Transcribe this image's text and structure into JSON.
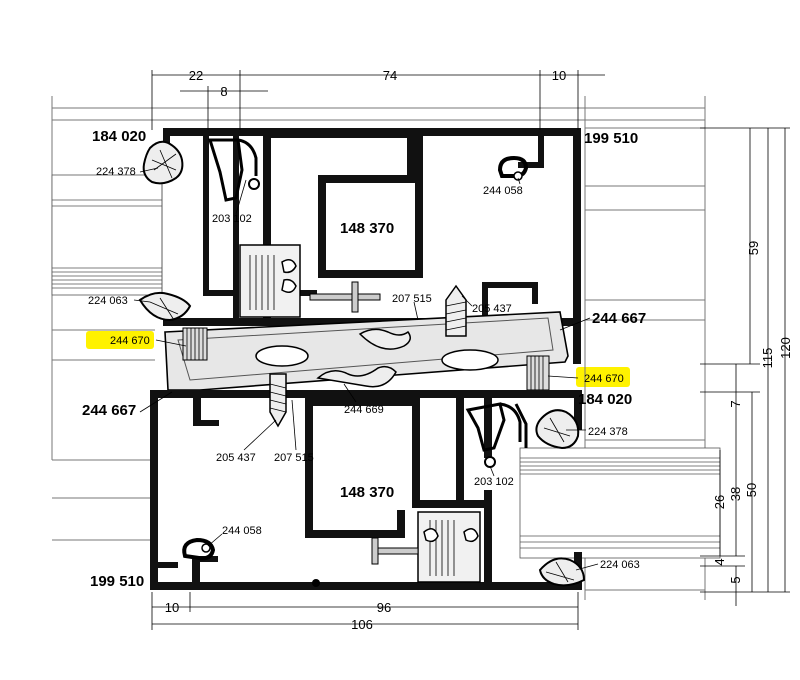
{
  "dimensions": {
    "top_22": "22",
    "top_8": "8",
    "top_74": "74",
    "top_10": "10",
    "bottom_10": "10",
    "bottom_96": "96",
    "bottom_106": "106",
    "right_59": "59",
    "right_115": "115",
    "right_120": "120",
    "right_7": "7",
    "right_26": "26",
    "right_38": "38",
    "right_50": "50",
    "right_4": "4",
    "right_5": "5"
  },
  "labels": {
    "upper_left_profile": "184 020",
    "upper_right_profile": "199 510",
    "upper_gasket": "224 378",
    "upper_bead": "203 102",
    "upper_pin": "244 058",
    "upper_core": "148 370",
    "upper_bottom_gasket": "224 063",
    "screw_cap": "207 515",
    "screw": "205 437",
    "right_adapter": "244 667",
    "left_brush": "244 670",
    "right_brush": "244 670",
    "left_adapter": "244 667",
    "middle_insert": "244 669",
    "lower_right_profile": "184 020",
    "lower_gasket": "224 378",
    "lower_screw": "205 437",
    "lower_screw_cap": "207 515",
    "lower_bead": "203 102",
    "lower_core": "148 370",
    "lower_pin": "244 058",
    "lower_bottom_gasket": "224 063",
    "lower_left_profile": "199 510"
  },
  "highlight_color": "#fff200"
}
